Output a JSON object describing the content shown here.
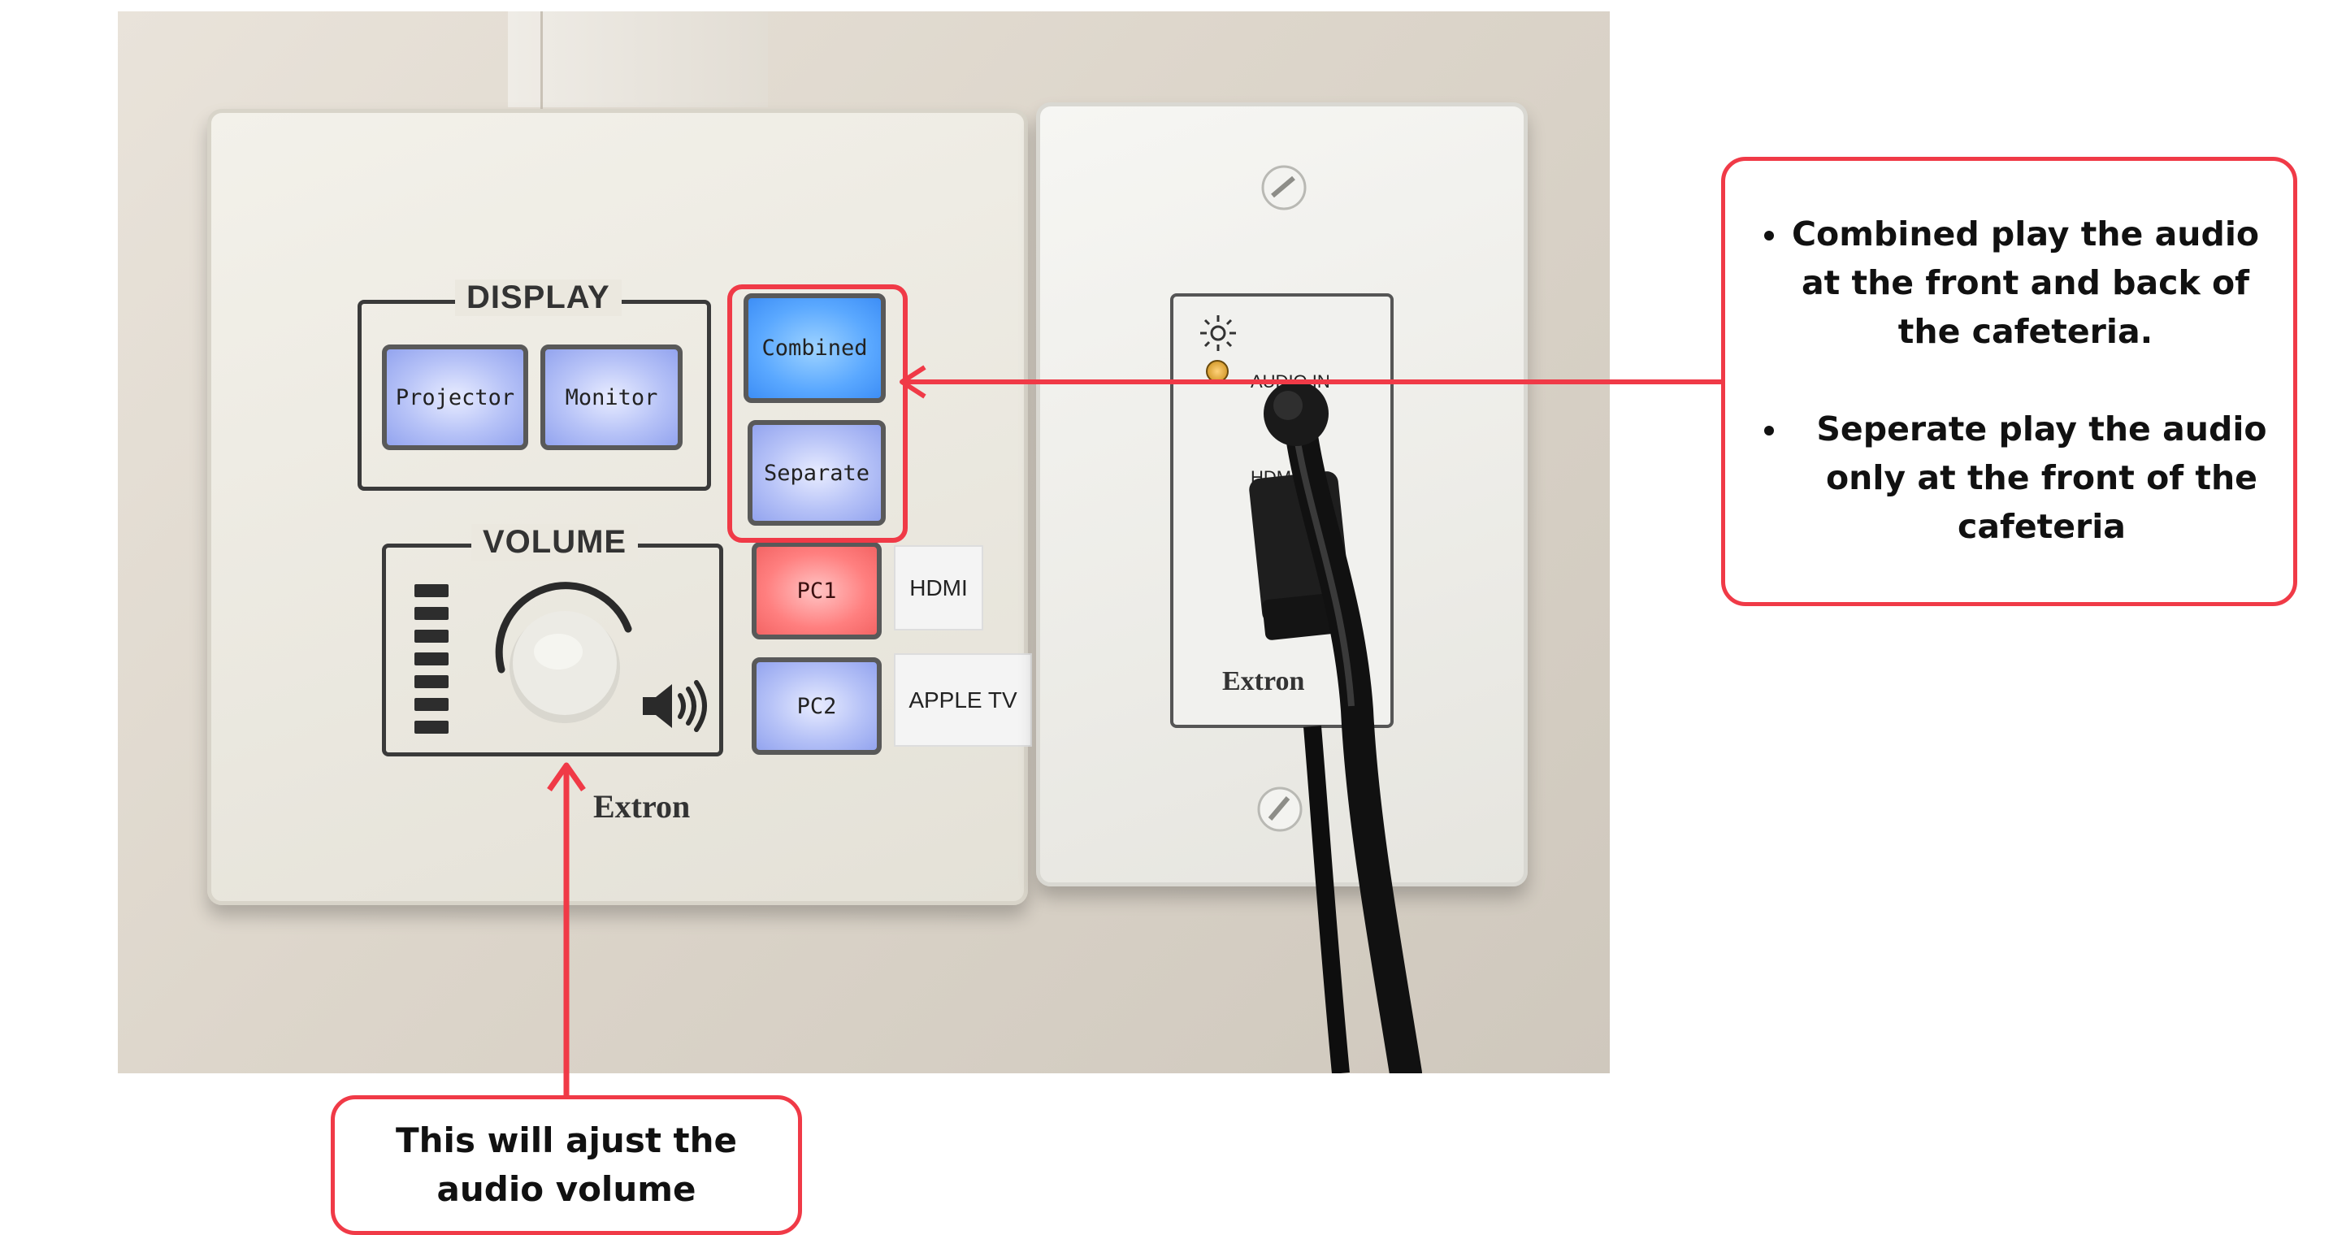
{
  "panel_left": {
    "display_group_title": "DISPLAY",
    "display_buttons": [
      "Projector",
      "Monitor"
    ],
    "audio_mode_buttons": [
      "Combined",
      "Separate"
    ],
    "volume_group_title": "VOLUME",
    "source_buttons": [
      {
        "label": "PC1",
        "tag": "HDMI"
      },
      {
        "label": "PC2",
        "tag": "APPLE TV"
      }
    ],
    "brand": "Extron",
    "volume_level_bars": 7
  },
  "panel_right": {
    "audio_in_label": "AUDIO IN",
    "hdmi_in_label": "HDMI IN",
    "brand": "Extron"
  },
  "callout_right": {
    "items": [
      "Combined play the audio  at the front and back of the cafeteria.",
      "Seperate play the audio only at the front of the cafeteria"
    ]
  },
  "callout_bottom": {
    "text": "This will ajust the audio volume"
  },
  "colors": {
    "annotation_red": "#f03a47",
    "button_blue": "#b6c2f7",
    "button_bright_blue": "#5aa8ff",
    "button_red": "#ff7f7f"
  },
  "icons": [
    "speaker-icon",
    "brightness-icon",
    "screw-icon",
    "led-indicator-icon"
  ]
}
